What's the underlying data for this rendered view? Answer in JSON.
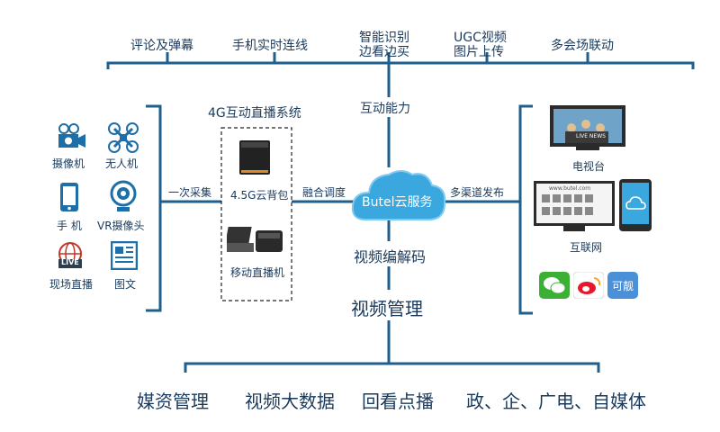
{
  "top": {
    "features": [
      "评论及弹幕",
      "手机实时连线",
      "智能识别",
      "边看边买",
      "UGC视频",
      "图片上传",
      "多会场联动"
    ]
  },
  "left": {
    "sources": [
      "摄像机",
      "无人机",
      "手 机",
      "VR摄像头",
      "现场直播",
      "图文"
    ],
    "collect_label": "一次采集",
    "live_badge": "LIVE"
  },
  "system": {
    "title": "4G互动直播系统",
    "device1": "4.5G云背包",
    "device2": "移动直播机"
  },
  "center": {
    "interactive": "互动能力",
    "fusion": "融合调度",
    "cloud": "Butel云服务",
    "codec": "视频编解码",
    "mgmt": "视频管理"
  },
  "right": {
    "publish": "多渠道发布",
    "tv": "电视台",
    "tv_news": "LIVE NEWS",
    "internet": "互联网",
    "site": "www.butel.com",
    "third_app": "可靓"
  },
  "bottom": {
    "items": [
      "媒资管理",
      "视频大数据",
      "回看点播",
      "政、企、广电、自媒体"
    ]
  },
  "colors": {
    "line": "#1e5f8c",
    "accent": "#2fa3dc",
    "text": "#1a3a5c"
  }
}
